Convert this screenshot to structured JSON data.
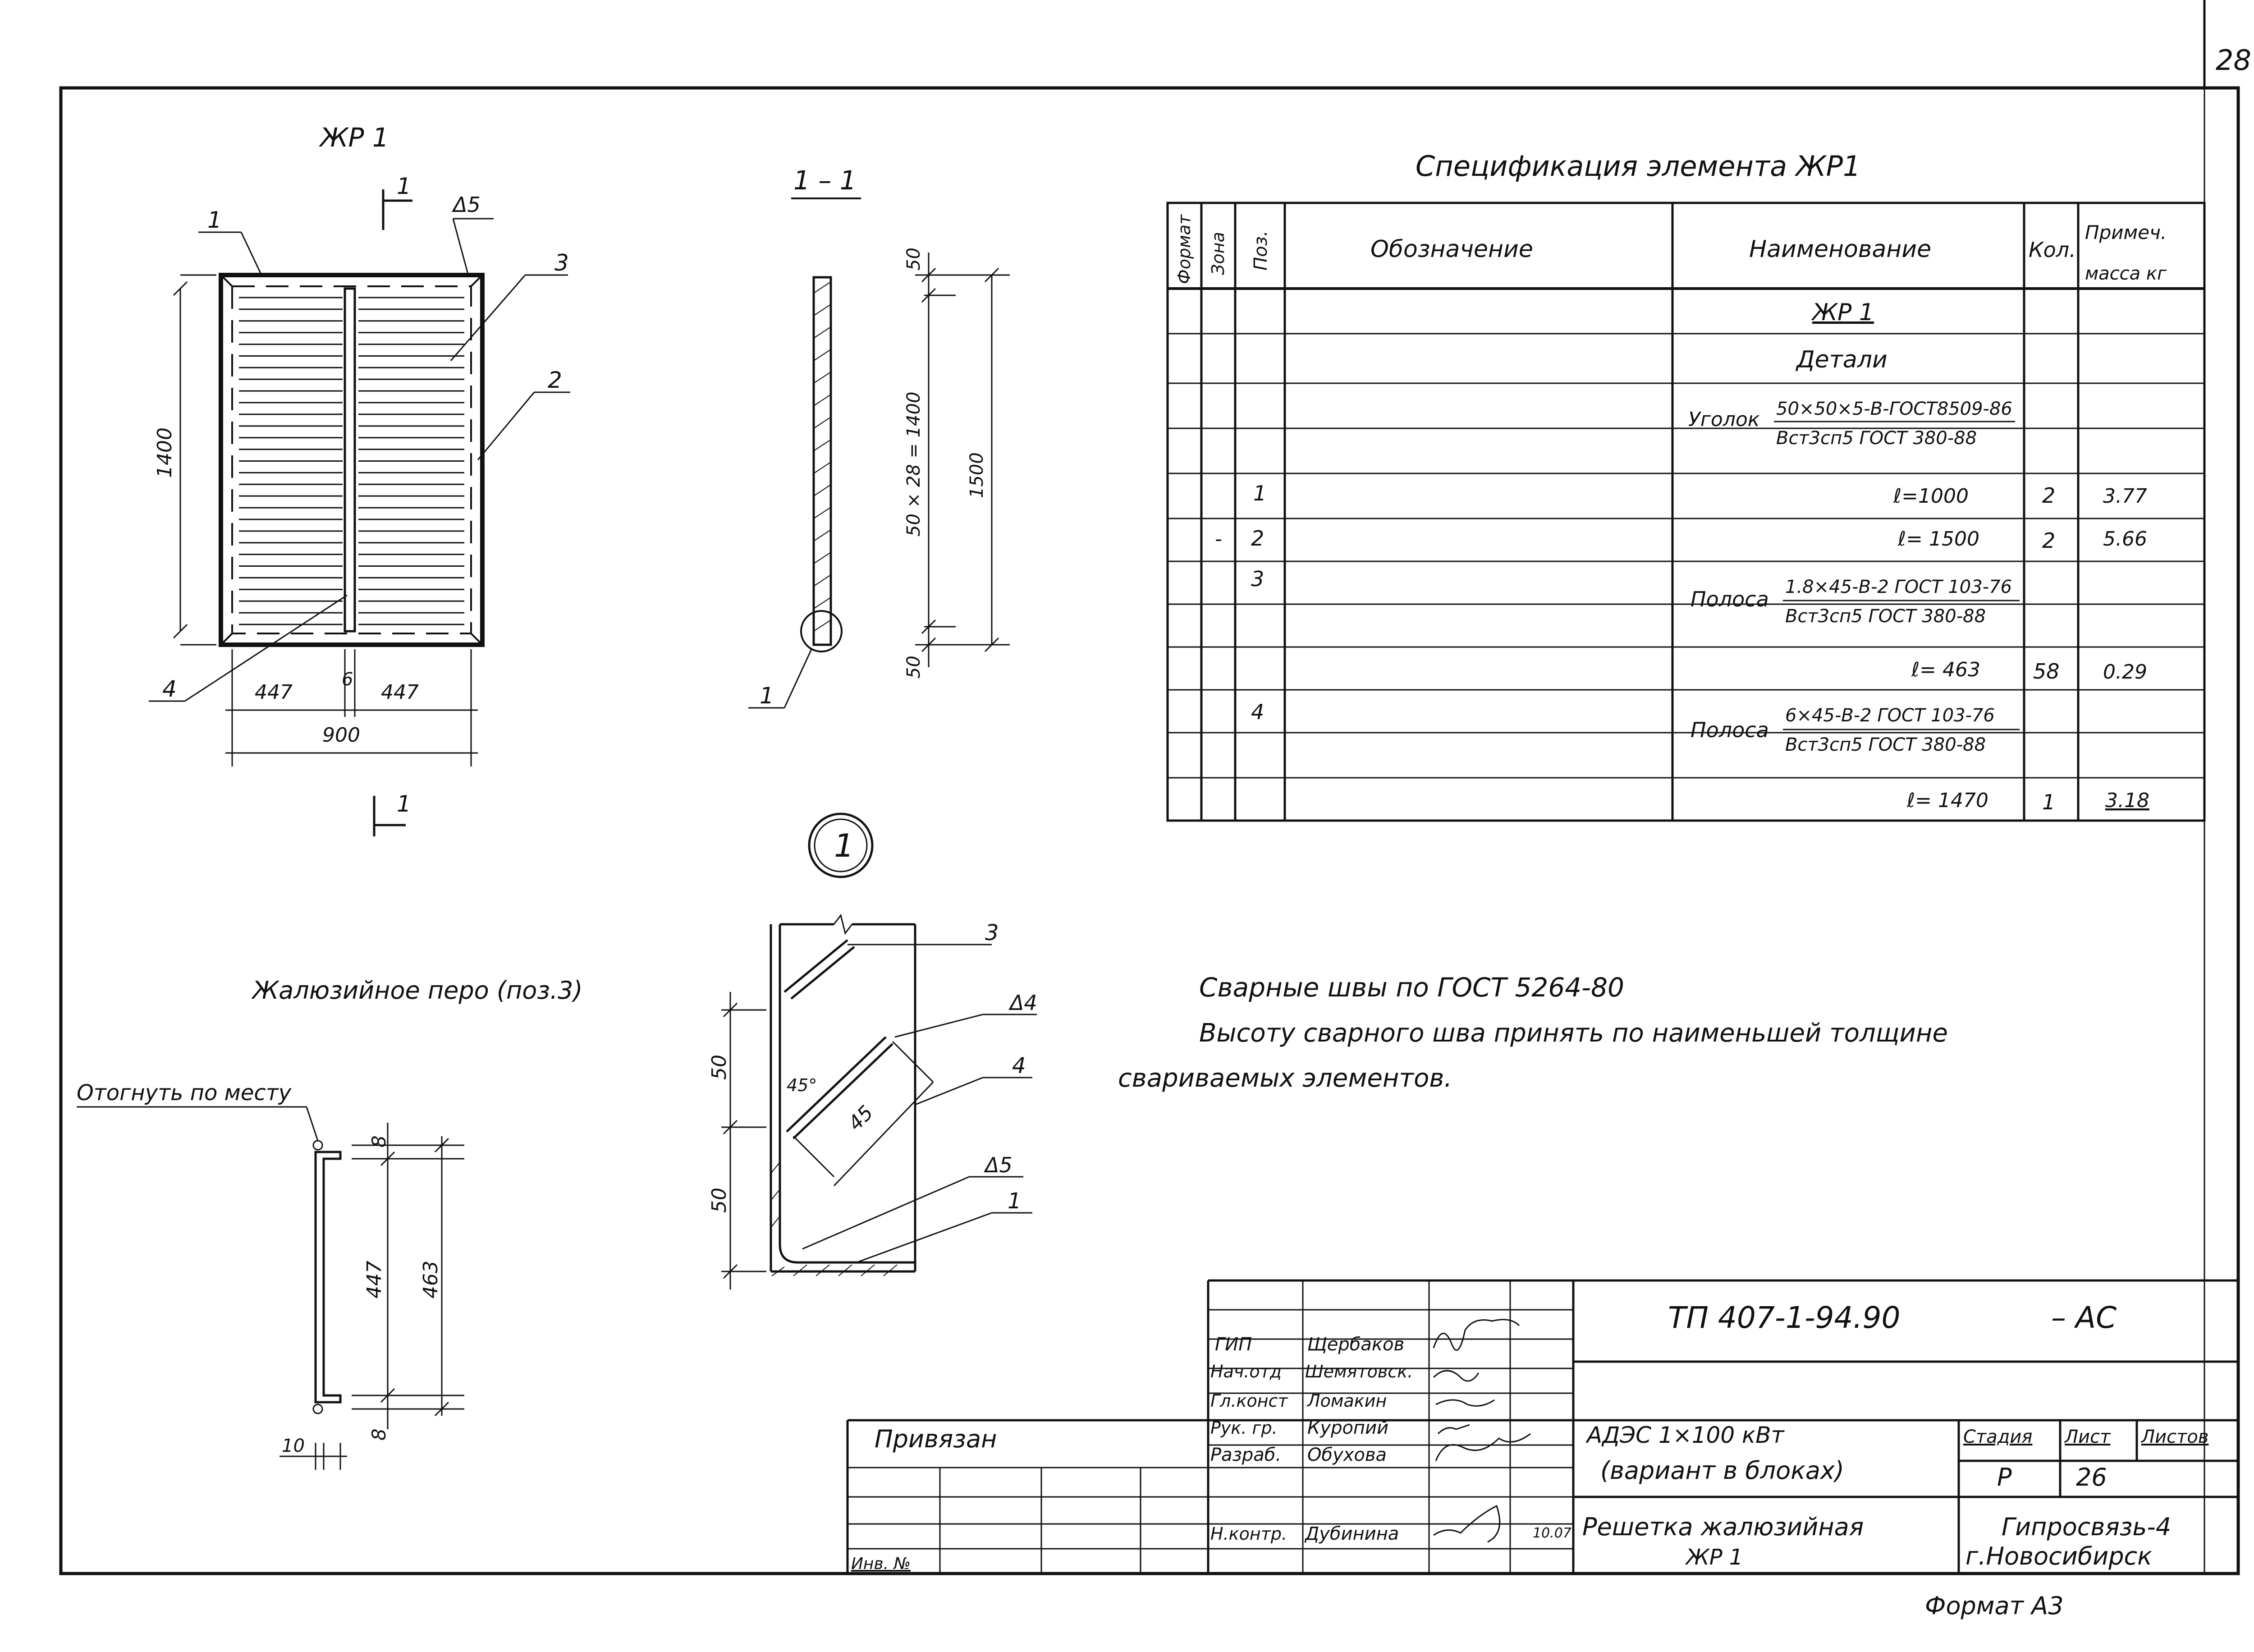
{
  "sheet_number": "28",
  "format_label": "Формат А3",
  "view_jr1": {
    "title": "ЖР 1",
    "section_mark": "1",
    "weld_mark": "Δ5",
    "callouts": [
      "1",
      "2",
      "3",
      "4"
    ],
    "dim_height": "1400",
    "dim_left": "447",
    "dim_gap": "6",
    "dim_right": "447",
    "dim_total": "900"
  },
  "section_1_1": {
    "title": "1 – 1",
    "dim_top": "50",
    "dim_middle": "50 × 28 = 1400",
    "dim_total": "1500",
    "dim_bottom": "50",
    "callout": "1"
  },
  "node_1": {
    "label": "1",
    "callout_3": "3",
    "callout_4": "4",
    "callout_1": "1",
    "weld_d4": "Δ4",
    "weld_d5": "Δ5",
    "angle": "45°",
    "dim_45": "45",
    "dim_50_top": "50",
    "dim_50_bottom": "50"
  },
  "blade": {
    "title": "Жалюзийное перо (поз.3)",
    "bend_note": "Отогнуть по месту",
    "dim_8_top": "8",
    "dim_447": "447",
    "dim_463": "463",
    "dim_8_bottom": "8",
    "dim_10": "10"
  },
  "spec": {
    "title": "Спецификация элемента ЖР1",
    "headers": {
      "format": "Формат",
      "zone": "Зона",
      "pos": "Поз.",
      "designation": "Обозначение",
      "name": "Наименование",
      "qty": "Кол.",
      "note_top": "Примеч.",
      "note_bottom": "масса кг"
    },
    "rows": {
      "r_jr1": "ЖР 1",
      "r_details": "Детали",
      "angle_label": "Уголок",
      "angle_num": "50×50×5-В-ГОСТ8509-86",
      "angle_den": "Вст3сп5 ГОСТ 380-88",
      "p1_pos": "1",
      "p1_len": "ℓ=1000",
      "p1_qty": "2",
      "p1_mass": "3.77",
      "p2_dash": "-",
      "p2_pos": "2",
      "p2_len": "ℓ= 1500",
      "p2_qty": "2",
      "p2_mass": "5.66",
      "p3_pos": "3",
      "strip1_label": "Полоса",
      "strip1_num": "1.8×45-В-2 ГОСТ 103-76",
      "strip1_den": "Вст3сп5 ГОСТ 380-88",
      "p3_len": "ℓ= 463",
      "p3_qty": "58",
      "p3_mass": "0.29",
      "p4_pos": "4",
      "strip2_label": "Полоса",
      "strip2_num": "6×45-В-2 ГОСТ 103-76",
      "strip2_den": "Вст3сп5 ГОСТ 380-88",
      "p4_len": "ℓ= 1470",
      "p4_qty": "1",
      "p4_mass": "3.18"
    }
  },
  "notes": {
    "line1": "Сварные швы по ГОСТ 5264-80",
    "line2": "Высоту сварного шва принять по наименьшей толщине",
    "line3": "свариваемых элементов."
  },
  "title_block": {
    "doc_code": "ТП 407-1-94.90",
    "doc_suffix": "– АС",
    "roles": [
      "ГИП",
      "Нач.отд",
      "Гл.конст",
      "Рук. гр.",
      "Разраб.",
      "Н.контр."
    ],
    "names": [
      "Щербаков",
      "Шемятовск.",
      "Ломакин",
      "Куропий",
      "Обухова",
      "Дубинина"
    ],
    "date": "10.07",
    "object_line1": "АДЭС 1×100 кВт",
    "object_line2": "(вариант в блоках)",
    "stage_label": "Стадия",
    "sheet_label": "Лист",
    "sheets_label": "Листов",
    "stage": "Р",
    "sheet": "26",
    "sheet_title_line1": "Решетка жалюзийная",
    "sheet_title_line2": "ЖР 1",
    "org_line1": "Гипросвязь-4",
    "org_line2": "г.Новосибирск",
    "privyazan": "Привязан",
    "inv_no": "Инв. №"
  }
}
